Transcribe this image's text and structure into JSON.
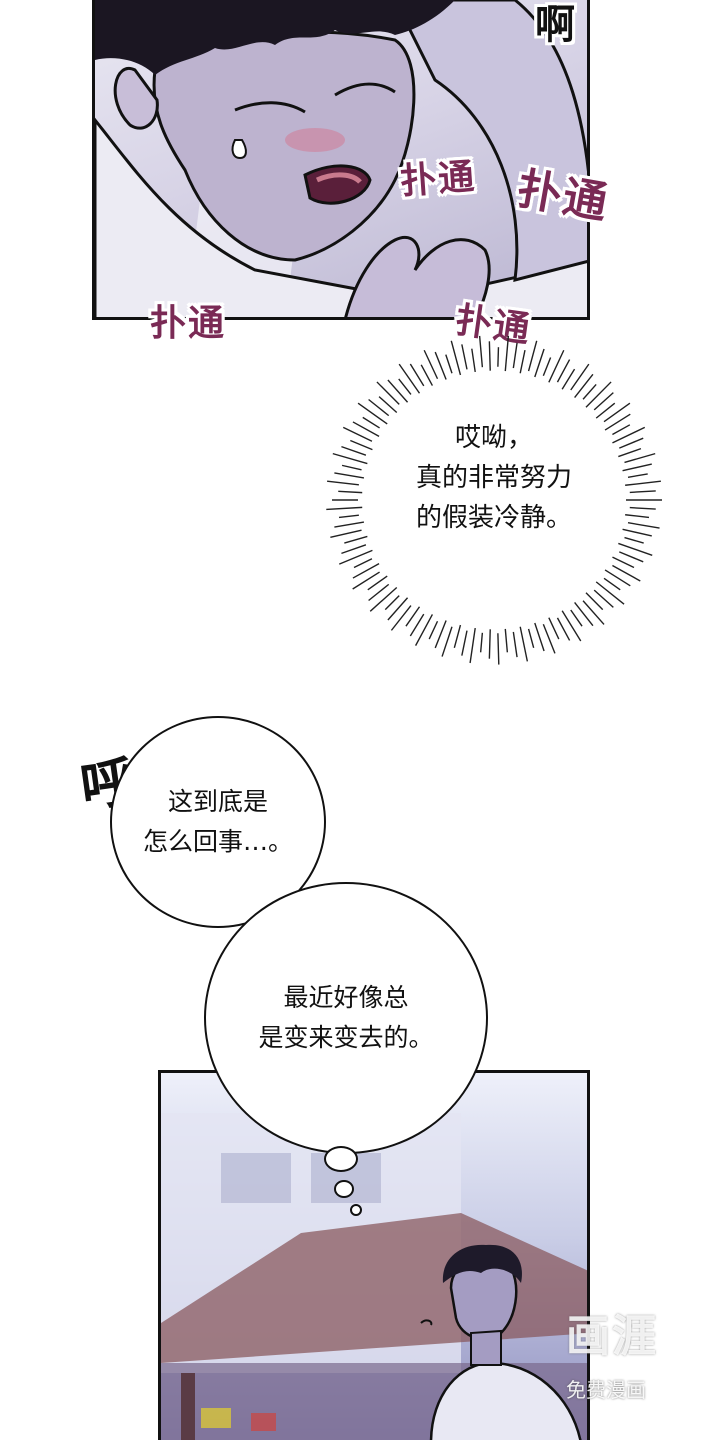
{
  "top_panel": {
    "sfx_corner": "啊",
    "sfx": [
      "扑通",
      "扑通",
      "扑通",
      "扑通"
    ]
  },
  "spiky_bubble": {
    "lines": [
      "哎呦，",
      "真的非常努力",
      "的假装冷静。"
    ]
  },
  "breath_sfx": "呼",
  "bubble_one": {
    "lines": [
      "这到底是",
      "怎么回事…。"
    ]
  },
  "bubble_two": {
    "lines": [
      "最近好像总",
      "是变来变去的。"
    ]
  },
  "watermark": {
    "main": "画涯",
    "sub": "免费漫画"
  },
  "colors": {
    "sfx": "#7a2a55",
    "ink": "#111111",
    "panel_top": "#d7d3e6",
    "panel_bottom": "#c9cde6"
  }
}
